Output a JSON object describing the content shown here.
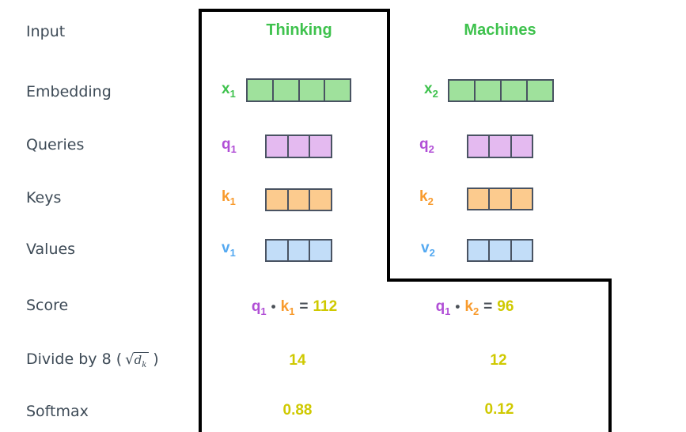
{
  "colors": {
    "green_text": "#3ec24d",
    "green_fill": "#9fe19c",
    "purple_text": "#b14fd6",
    "purple_fill": "#e4baf0",
    "orange_text": "#f89b2e",
    "orange_fill": "#fccb8e",
    "blue_text": "#54a9f1",
    "blue_fill": "#c2ddf8",
    "yellow_text": "#cfc900",
    "label_text": "#3d4a56",
    "cell_border": "#495362",
    "outline": "#000000",
    "operator_text": "#4a5057"
  },
  "left_labels": {
    "input": "Input",
    "embedding": "Embedding",
    "queries": "Queries",
    "keys": "Keys",
    "values": "Values",
    "score": "Score",
    "divide_prefix": "Divide by 8 (",
    "divide_sqrt": "√",
    "divide_radicand": "d",
    "divide_radicand_sub": "k",
    "divide_suffix": ")",
    "softmax": "Softmax"
  },
  "columns": [
    {
      "title": "Thinking",
      "x": {
        "base": "x",
        "sub": "1",
        "cells": 4
      },
      "q": {
        "base": "q",
        "sub": "1",
        "cells": 3
      },
      "k": {
        "base": "k",
        "sub": "1",
        "cells": 3
      },
      "v": {
        "base": "v",
        "sub": "1",
        "cells": 3
      },
      "score": {
        "q_base": "q",
        "q_sub": "1",
        "dot": "•",
        "k_base": "k",
        "k_sub": "1",
        "eq": "=",
        "value": "112"
      },
      "divide_value": "14",
      "softmax_value": "0.88"
    },
    {
      "title": "Machines",
      "x": {
        "base": "x",
        "sub": "2",
        "cells": 4
      },
      "q": {
        "base": "q",
        "sub": "2",
        "cells": 3
      },
      "k": {
        "base": "k",
        "sub": "2",
        "cells": 3
      },
      "v": {
        "base": "v",
        "sub": "2",
        "cells": 3
      },
      "score": {
        "q_base": "q",
        "q_sub": "1",
        "dot": "•",
        "k_base": "k",
        "k_sub": "2",
        "eq": "=",
        "value": "96"
      },
      "divide_value": "12",
      "softmax_value": "0.12"
    }
  ]
}
